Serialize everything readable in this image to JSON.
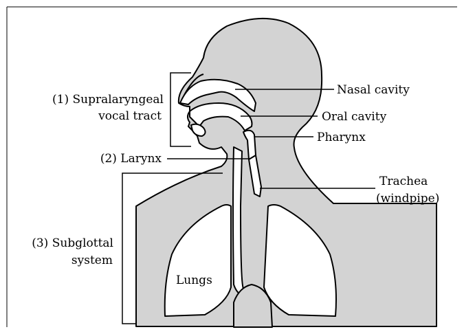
{
  "labels": {
    "supralaryngeal_line1": "(1) Supralaryngeal",
    "supralaryngeal_line2": "vocal tract",
    "larynx": "(2) Larynx",
    "subglottal_line1": "(3) Subglottal",
    "subglottal_line2": "system",
    "nasal_cavity": "Nasal cavity",
    "oral_cavity": "Oral cavity",
    "pharynx": "Pharynx",
    "trachea_line1": "Trachea",
    "trachea_line2": "(windpipe)",
    "lungs": "Lungs"
  },
  "colors": {
    "fill": "#d3d3d3",
    "stroke": "#000000",
    "background": "#ffffff"
  }
}
